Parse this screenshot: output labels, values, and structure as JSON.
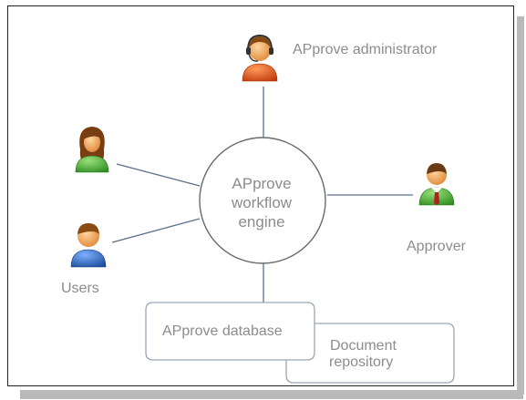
{
  "diagram": {
    "nodes": {
      "admin": {
        "label": "APprove administrator"
      },
      "engine": {
        "lines": [
          "APprove",
          "workflow",
          "engine"
        ]
      },
      "approver": {
        "label": "Approver"
      },
      "users": {
        "label": "Users"
      },
      "database": {
        "label": "APprove database"
      },
      "repository": {
        "lines": [
          "Document",
          "repository"
        ]
      }
    },
    "icons": {
      "admin": "headset-person-icon",
      "user_female": "female-user-icon",
      "user_male": "male-user-icon",
      "approver": "approver-person-icon"
    },
    "colors": {
      "line": "#5b6f8f",
      "label": "#8c8c8c",
      "box_border": "#9aa6b8",
      "admin_body": "#e4541a",
      "user_body": "#52b43a",
      "male_user_body": "#2e66b8",
      "skin": "#f0a55a"
    }
  }
}
